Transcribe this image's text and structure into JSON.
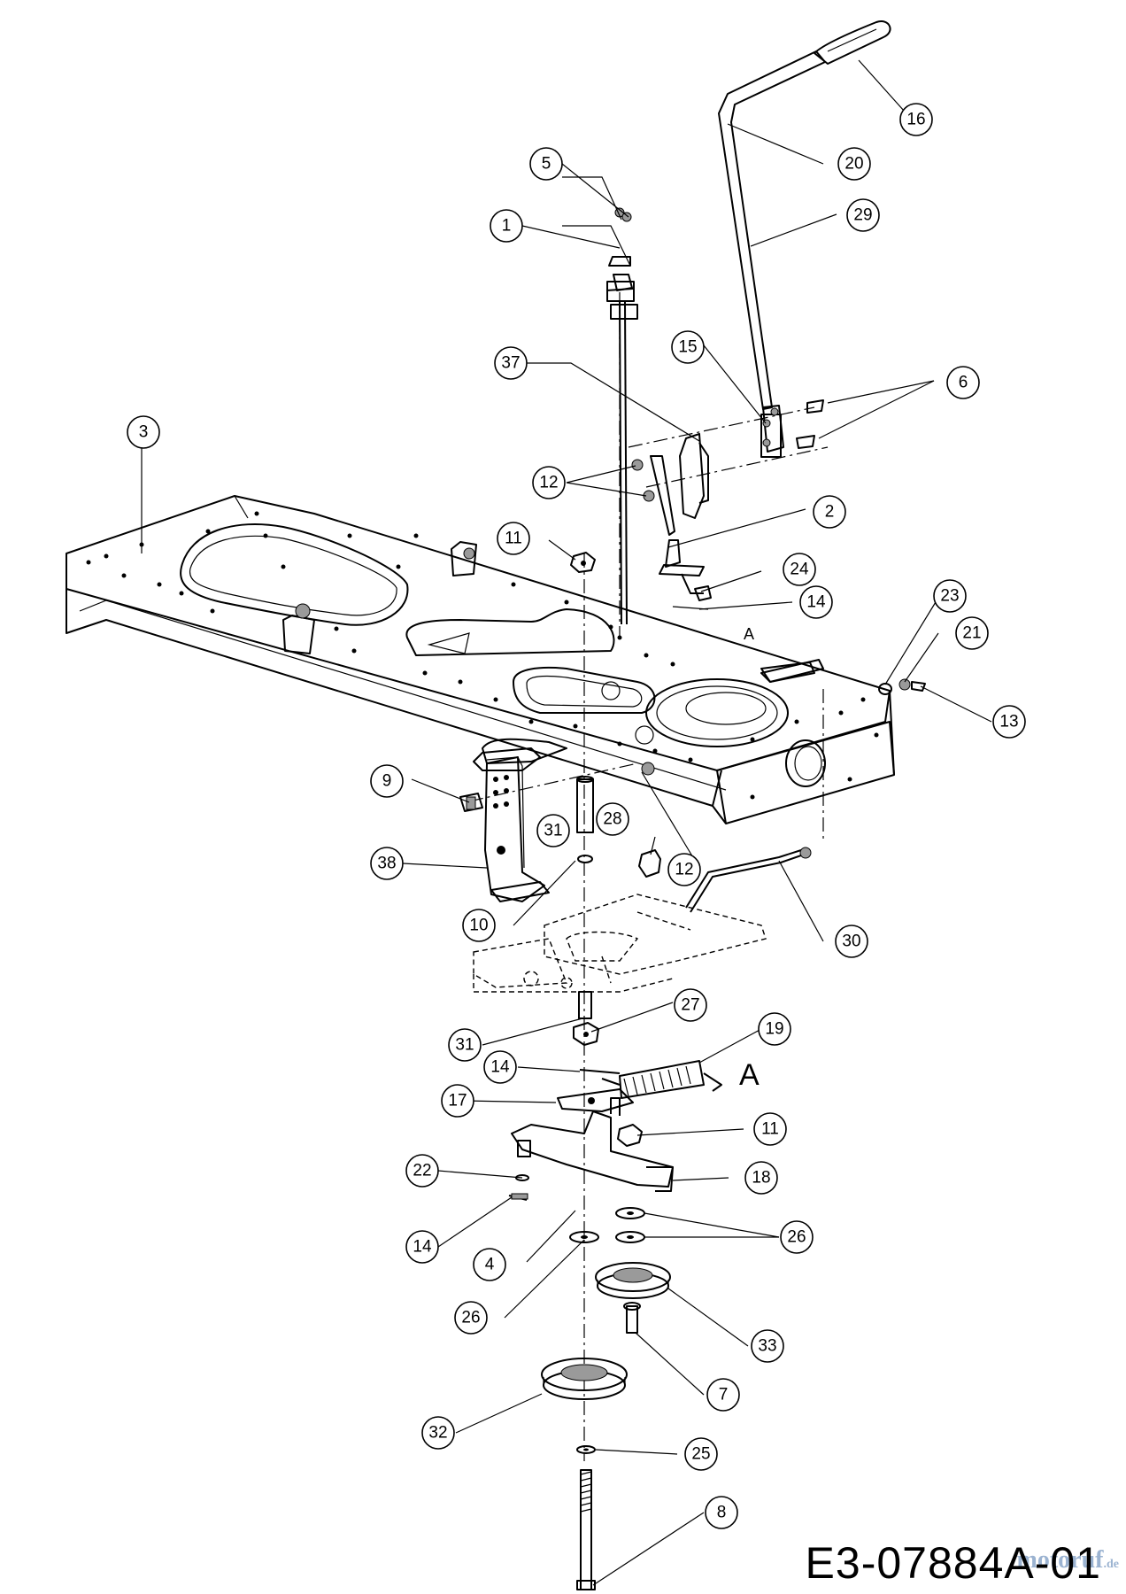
{
  "diagram": {
    "drawing_code": "E3-07884A-01",
    "watermark": "motoruf",
    "watermark_domain": ".de",
    "section_marker": "A",
    "callouts": [
      "1",
      "2",
      "3",
      "4",
      "5",
      "6",
      "7",
      "8",
      "9",
      "10",
      "11",
      "11",
      "12",
      "12",
      "12",
      "13",
      "14",
      "14",
      "14",
      "14",
      "15",
      "16",
      "17",
      "18",
      "19",
      "20",
      "21",
      "22",
      "23",
      "24",
      "25",
      "26",
      "26",
      "27",
      "28",
      "29",
      "30",
      "31",
      "31",
      "32",
      "33",
      "37",
      "38"
    ],
    "colors": {
      "line": "#000000",
      "watermark": "#8aa6c9"
    }
  }
}
